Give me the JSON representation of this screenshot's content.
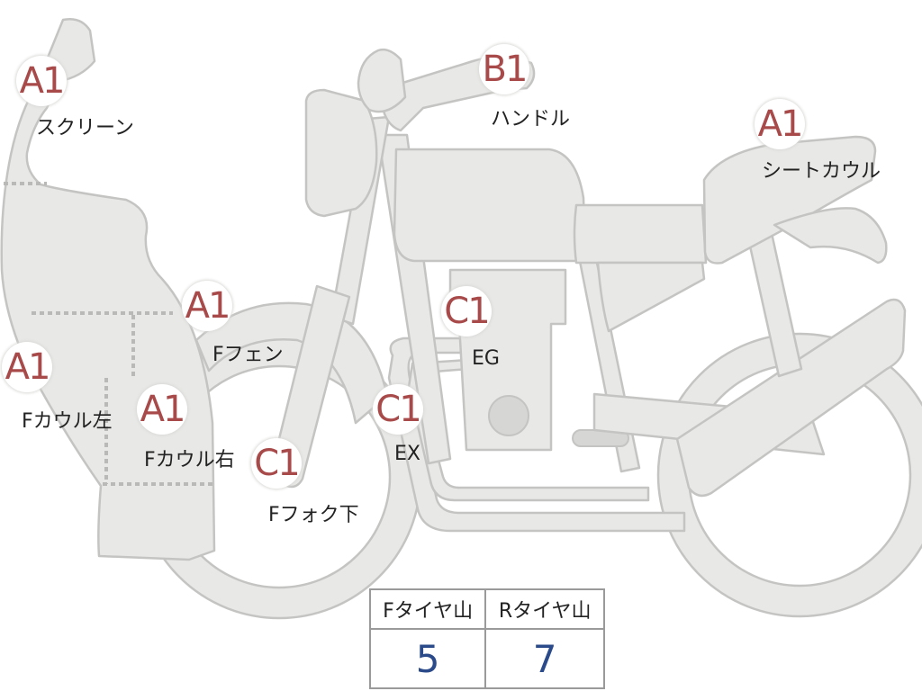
{
  "diagram": {
    "parts": [
      {
        "id": "screen",
        "grade": "A1",
        "label": "スクリーン"
      },
      {
        "id": "handle",
        "grade": "B1",
        "label": "ハンドル"
      },
      {
        "id": "seat-cowl",
        "grade": "A1",
        "label": "シートカウル"
      },
      {
        "id": "f-fender",
        "grade": "A1",
        "label": "Fフェン"
      },
      {
        "id": "eg",
        "grade": "C1",
        "label": "EG"
      },
      {
        "id": "f-cowl-left",
        "grade": "A1",
        "label": "Fカウル左"
      },
      {
        "id": "f-cowl-right",
        "grade": "A1",
        "label": "Fカウル右"
      },
      {
        "id": "ex",
        "grade": "C1",
        "label": "EX"
      },
      {
        "id": "f-fork-lower",
        "grade": "C1",
        "label": "Fフォク下"
      }
    ]
  },
  "tire_tread": {
    "headers": [
      "Fタイヤ山",
      "Rタイヤ山"
    ],
    "values": [
      "5",
      "7"
    ]
  }
}
